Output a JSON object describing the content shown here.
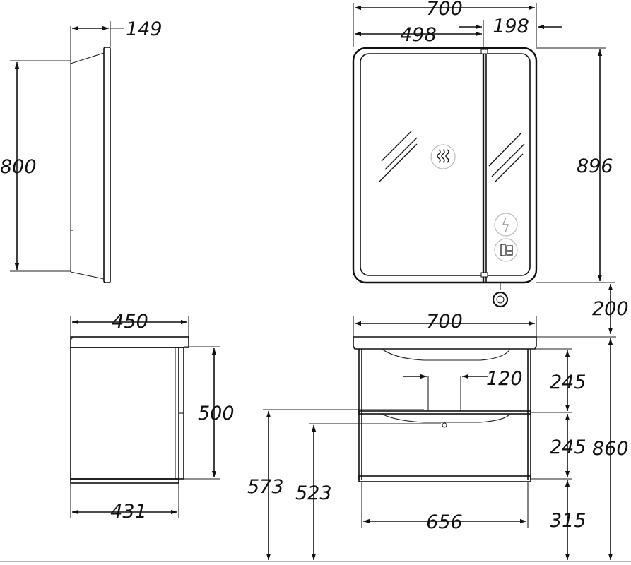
{
  "mirror_cabinet": {
    "side_view": {
      "depth": "149",
      "height": "800"
    },
    "front_view": {
      "total_width": "700",
      "left_door_width": "498",
      "right_door_width": "198",
      "total_height": "896",
      "offset_above_vanity": "200"
    },
    "icons": [
      "anti-fog-icon",
      "touch-switch-icon",
      "socket-icon",
      "sensor-circle-icon"
    ]
  },
  "vanity": {
    "side_view": {
      "top_depth": "450",
      "body_depth": "431",
      "body_height": "500"
    },
    "front_view": {
      "top_width": "700",
      "inner_width": "656",
      "basin_offset": "120",
      "drawer_top_height": "245",
      "drawer_bottom_height": "245",
      "leg_height": "315",
      "total_height": "860",
      "upper_drain_height": "573",
      "lower_drain_height": "523"
    }
  }
}
